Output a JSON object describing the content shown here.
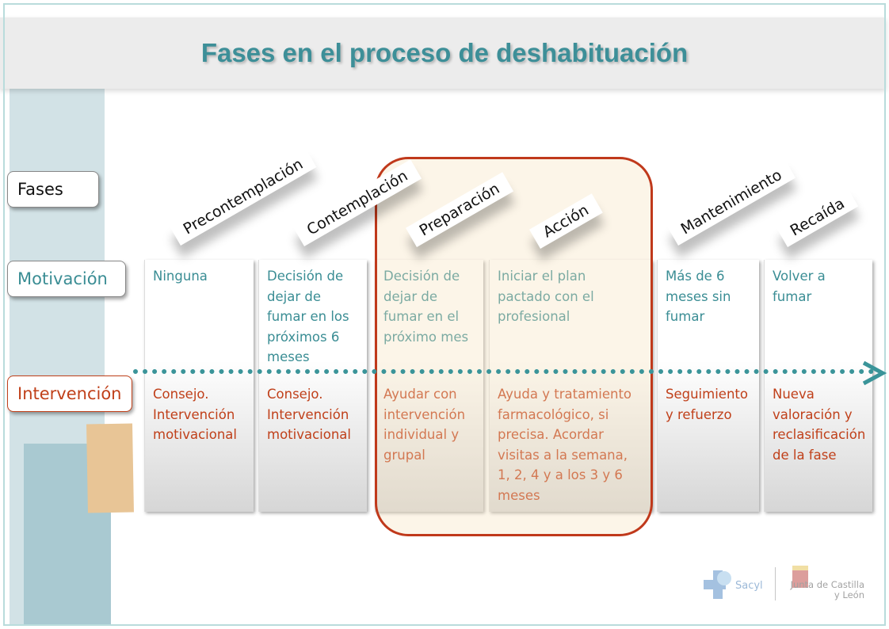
{
  "title": "Fases en el proceso de deshabituación",
  "row_labels": {
    "fases": "Fases",
    "motivacion": "Motivación",
    "intervencion": "Intervención"
  },
  "phases": [
    {
      "name": "Precontemplación",
      "motivation": "Ninguna",
      "intervention": "Consejo. Intervención motivacional"
    },
    {
      "name": "Contemplación",
      "motivation": "Decisión de dejar de fumar en los próximos 6 meses",
      "intervention": "Consejo. Intervención motivacional"
    },
    {
      "name": "Preparación",
      "motivation": "Decisión de dejar de fumar en el próximo mes",
      "intervention": "Ayudar con intervención individual y grupal"
    },
    {
      "name": "Acción",
      "motivation": "Iniciar el plan pactado con el profesional",
      "intervention": "Ayuda y tratamiento farmacológico, si precisa. Acordar visitas a la semana, 1, 2, 4 y  a los 3 y 6 meses"
    },
    {
      "name": "Mantenimiento",
      "motivation": "Más de 6 meses sin fumar",
      "intervention": "Seguimiento y refuerzo"
    },
    {
      "name": "Recaída",
      "motivation": "Volver a fumar",
      "intervention": "Nueva valoración y reclasificación de la fase"
    }
  ],
  "logos": {
    "sacyl": "Sacyl",
    "junta": "Junta de Castilla y León"
  },
  "colors": {
    "teal": "#3a8d94",
    "red": "#c0401a",
    "highlight": "#c0391b"
  }
}
